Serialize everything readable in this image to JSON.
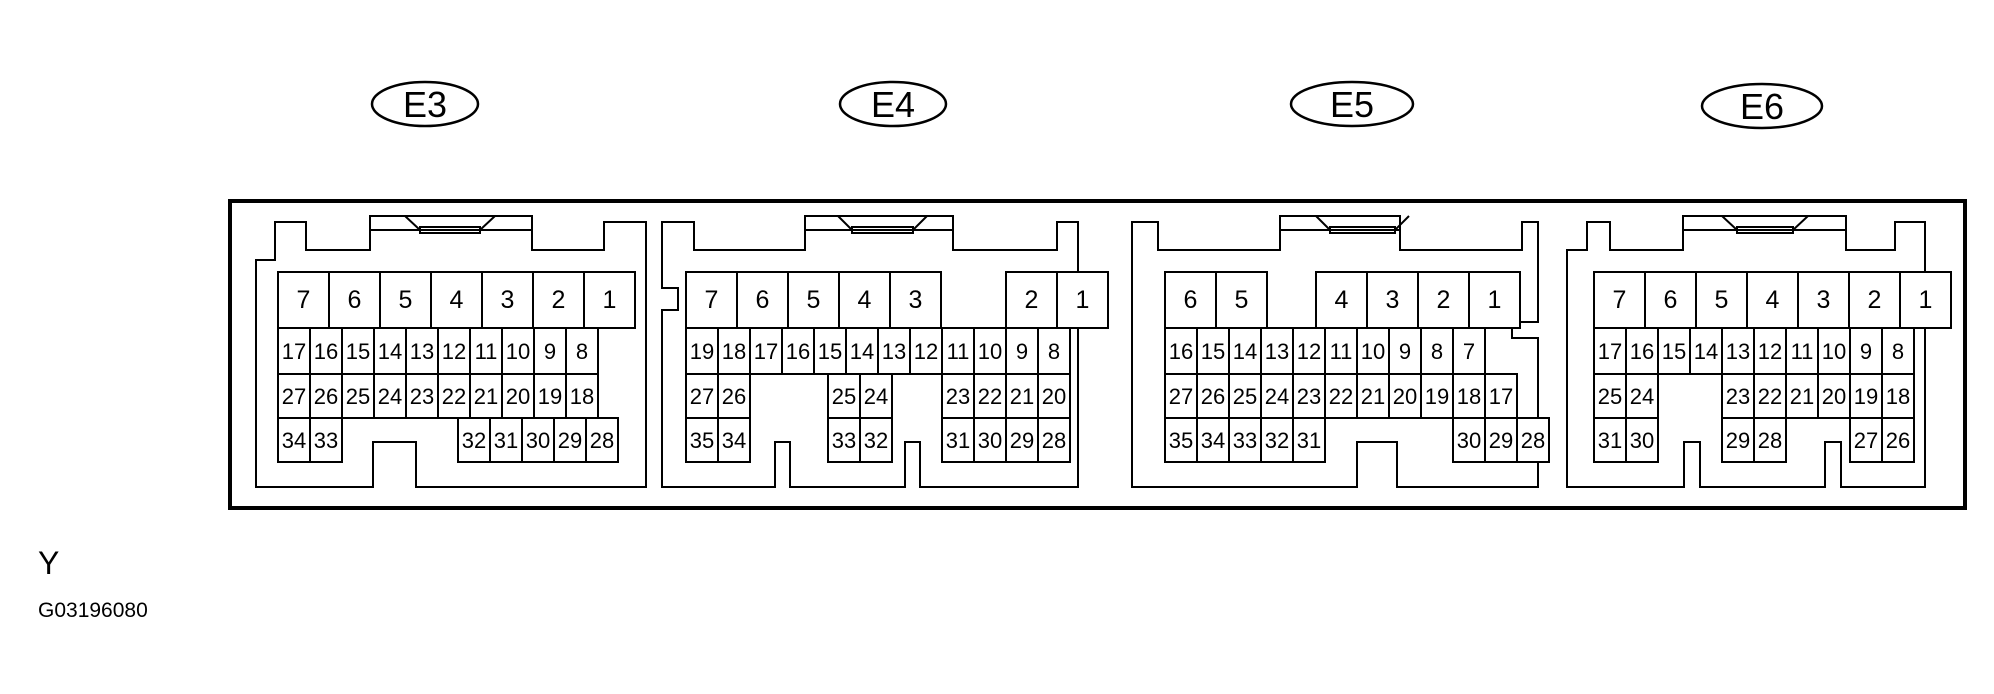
{
  "connectors": [
    {
      "label": "E3",
      "rows": [
        [
          "7",
          "6",
          "5",
          "4",
          "3",
          "2",
          "1"
        ],
        [
          "17",
          "16",
          "15",
          "14",
          "13",
          "12",
          "11",
          "10",
          "9",
          "8"
        ],
        [
          "27",
          "26",
          "25",
          "24",
          "23",
          "22",
          "21",
          "20",
          "19",
          "18"
        ],
        [
          "34",
          "33",
          "32",
          "31",
          "30",
          "29",
          "28"
        ]
      ]
    },
    {
      "label": "E4",
      "rows": [
        [
          "7",
          "6",
          "5",
          "4",
          "3",
          "2",
          "1"
        ],
        [
          "19",
          "18",
          "17",
          "16",
          "15",
          "14",
          "13",
          "12",
          "11",
          "10",
          "9",
          "8"
        ],
        [
          "27",
          "26",
          "25",
          "24",
          "23",
          "22",
          "21",
          "20"
        ],
        [
          "35",
          "34",
          "33",
          "32",
          "31",
          "30",
          "29",
          "28"
        ]
      ]
    },
    {
      "label": "E5",
      "rows": [
        [
          "6",
          "5",
          "4",
          "3",
          "2",
          "1"
        ],
        [
          "16",
          "15",
          "14",
          "13",
          "12",
          "11",
          "10",
          "9",
          "8",
          "7"
        ],
        [
          "27",
          "26",
          "25",
          "24",
          "23",
          "22",
          "21",
          "20",
          "19",
          "18",
          "17"
        ],
        [
          "35",
          "34",
          "33",
          "32",
          "31",
          "30",
          "29",
          "28"
        ]
      ]
    },
    {
      "label": "E6",
      "rows": [
        [
          "7",
          "6",
          "5",
          "4",
          "3",
          "2",
          "1"
        ],
        [
          "17",
          "16",
          "15",
          "14",
          "13",
          "12",
          "11",
          "10",
          "9",
          "8"
        ],
        [
          "25",
          "24",
          "23",
          "22",
          "21",
          "20",
          "19",
          "18"
        ],
        [
          "31",
          "30",
          "29",
          "28",
          "27",
          "26"
        ]
      ]
    }
  ],
  "footer": {
    "mark": "Y",
    "figure_id": "G03196080"
  }
}
